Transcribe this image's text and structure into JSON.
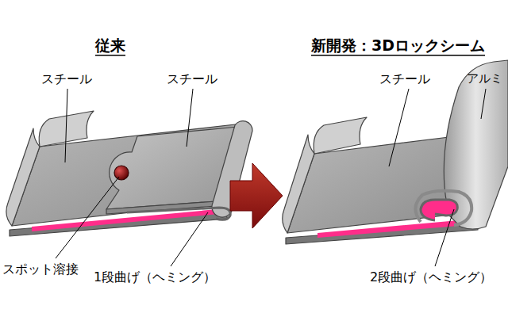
{
  "diagram": {
    "labels": [
      "従来",
      "新開発：3Dロックシーム",
      "スチール",
      "スチール",
      "スチール",
      "アルミ",
      "スポット溶接",
      "1段曲げ（ヘミング）",
      "2段曲げ（ヘミング）"
    ]
  }
}
